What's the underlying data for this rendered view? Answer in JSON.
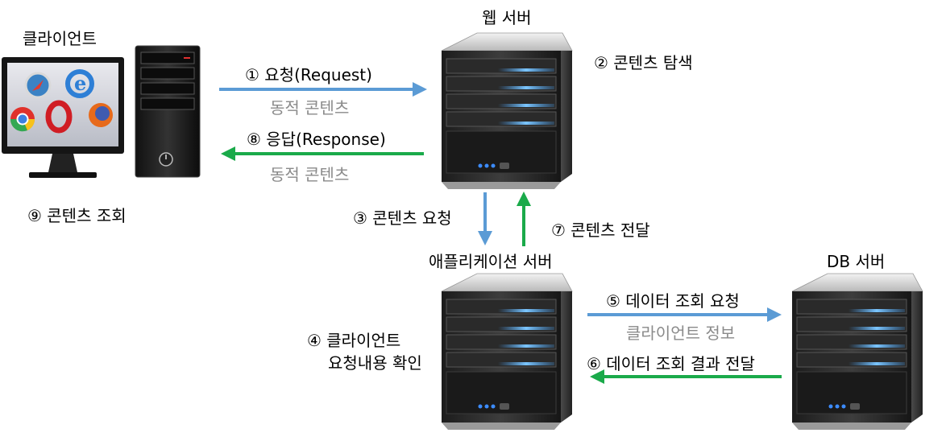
{
  "nodes": {
    "client": {
      "label": "클라이언트",
      "step": "⑨ 콘텐츠 조회"
    },
    "web": {
      "label": "웹 서버",
      "step": "② 콘텐츠 탐색"
    },
    "app": {
      "label": "애플리케이션 서버",
      "step_line1": "④ 클라이언트",
      "step_line2": "요청내용 확인"
    },
    "db": {
      "label": "DB 서버"
    }
  },
  "arrows": {
    "request": {
      "label": "① 요청(Request)",
      "sub": "동적 콘텐츠",
      "color": "#5b9bd5"
    },
    "response": {
      "label": "⑧ 응답(Response)",
      "sub": "동적 콘텐츠",
      "color": "#1aaa4a"
    },
    "content_request": {
      "label": "③ 콘텐츠 요청",
      "color": "#5b9bd5"
    },
    "content_deliver": {
      "label": "⑦ 콘텐츠 전달",
      "color": "#1aaa4a"
    },
    "data_request": {
      "label": "⑤ 데이터 조회 요청",
      "sub": "클라이언트 정보",
      "color": "#5b9bd5"
    },
    "data_result": {
      "label": "⑥ 데이터 조회 결과 전달",
      "color": "#1aaa4a"
    }
  }
}
